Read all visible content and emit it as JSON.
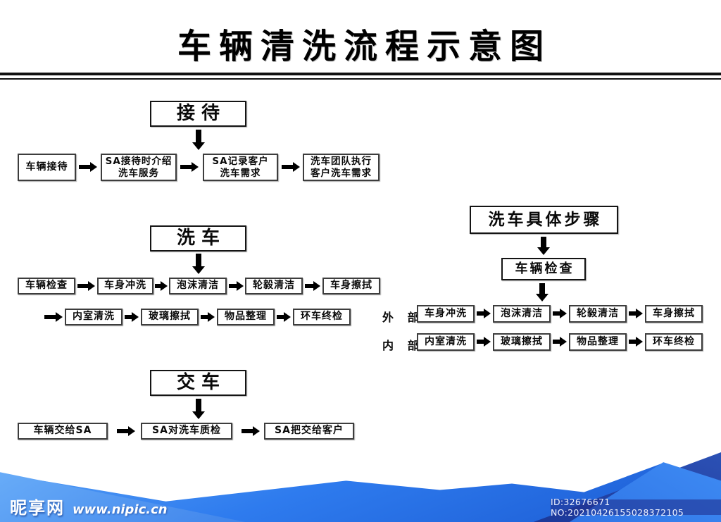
{
  "page": {
    "title": "车辆清洗流程示意图"
  },
  "reception": {
    "header": "接待",
    "steps": [
      {
        "label": "车辆接待"
      },
      {
        "line1": "SA接待时介绍",
        "line2": "洗车服务"
      },
      {
        "line1": "SA记录客户",
        "line2": "洗车需求"
      },
      {
        "line1": "洗车团队执行",
        "line2": "客户洗车需求"
      }
    ]
  },
  "wash": {
    "header": "洗车",
    "row1": [
      "车辆检查",
      "车身冲洗",
      "泡沫清洁",
      "轮毅清洁",
      "车身擦拭"
    ],
    "row2": [
      "内室清洗",
      "玻璃擦拭",
      "物品整理",
      "环车终检"
    ]
  },
  "wash_detail": {
    "header": "洗车具体步骤",
    "subheader": "车辆检查",
    "exterior_label": "外 部",
    "exterior": [
      "车身冲洗",
      "泡沫清洁",
      "轮毅清洁",
      "车身擦拭"
    ],
    "interior_label": "内 部",
    "interior": [
      "内室清洗",
      "玻璃擦拭",
      "物品整理",
      "环车终检"
    ]
  },
  "delivery": {
    "header": "交车",
    "steps": [
      "车辆交给SA",
      "SA对洗车质检",
      "SA把交给客户"
    ]
  },
  "footer": {
    "site_name": "昵享网",
    "site_url": "www.nipic.cn",
    "id_text": "ID:32676671 NO:20210426155028372105",
    "colors": {
      "blue_main": "#2e7bee",
      "blue_deep": "#1b5ad2",
      "navy": "#163090",
      "id_strip": "#203291"
    }
  }
}
